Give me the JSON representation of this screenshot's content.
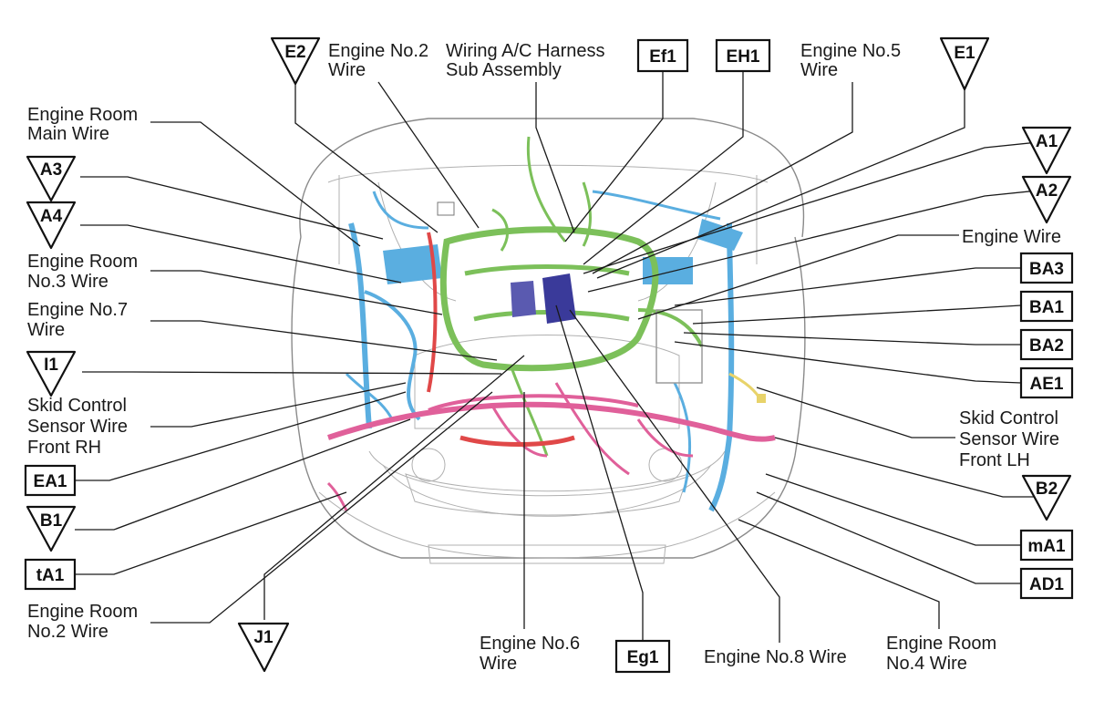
{
  "colors": {
    "harness_blue": "#5aaee0",
    "harness_green": "#7cc05a",
    "harness_pink": "#e0609a",
    "harness_red": "#e04848",
    "harness_navy": "#3a3a9a",
    "harness_yellow": "#e8d36a",
    "vehicle_outline": "#8a8a8a"
  },
  "labels": {
    "engine_room_main_wire": [
      "Engine Room",
      "Main Wire"
    ],
    "engine_no2_wire": [
      "Engine No.2",
      "Wire"
    ],
    "wiring_ac_harness": [
      "Wiring A/C Harness",
      "Sub Assembly"
    ],
    "engine_no5_wire": [
      "Engine No.5",
      "Wire"
    ],
    "engine_room_no3_wire": [
      "Engine Room",
      "No.3 Wire"
    ],
    "engine_no7_wire": [
      "Engine No.7",
      "Wire"
    ],
    "skid_rh": [
      "Skid Control",
      "Sensor Wire",
      "Front RH"
    ],
    "engine_room_no2_wire": [
      "Engine Room",
      "No.2 Wire"
    ],
    "engine_no6_wire": [
      "Engine No.6",
      "Wire"
    ],
    "engine_no8_wire": [
      "Engine No.8 Wire"
    ],
    "engine_room_no4_wire": [
      "Engine Room",
      "No.4 Wire"
    ],
    "engine_wire": [
      "Engine Wire"
    ],
    "skid_lh": [
      "Skid Control",
      "Sensor Wire",
      "Front LH"
    ]
  },
  "ground_points": {
    "E2": "E2",
    "E1": "E1",
    "A3": "A3",
    "A4": "A4",
    "A1": "A1",
    "A2": "A2",
    "I1": "I1",
    "B1": "B1",
    "J1": "J1",
    "B2": "B2"
  },
  "connectors": {
    "Ef1": "Ef1",
    "EH1": "EH1",
    "EA1": "EA1",
    "tA1": "tA1",
    "Eg1": "Eg1",
    "BA3": "BA3",
    "BA1": "BA1",
    "BA2": "BA2",
    "AE1": "AE1",
    "mA1": "mA1",
    "AD1": "AD1"
  }
}
